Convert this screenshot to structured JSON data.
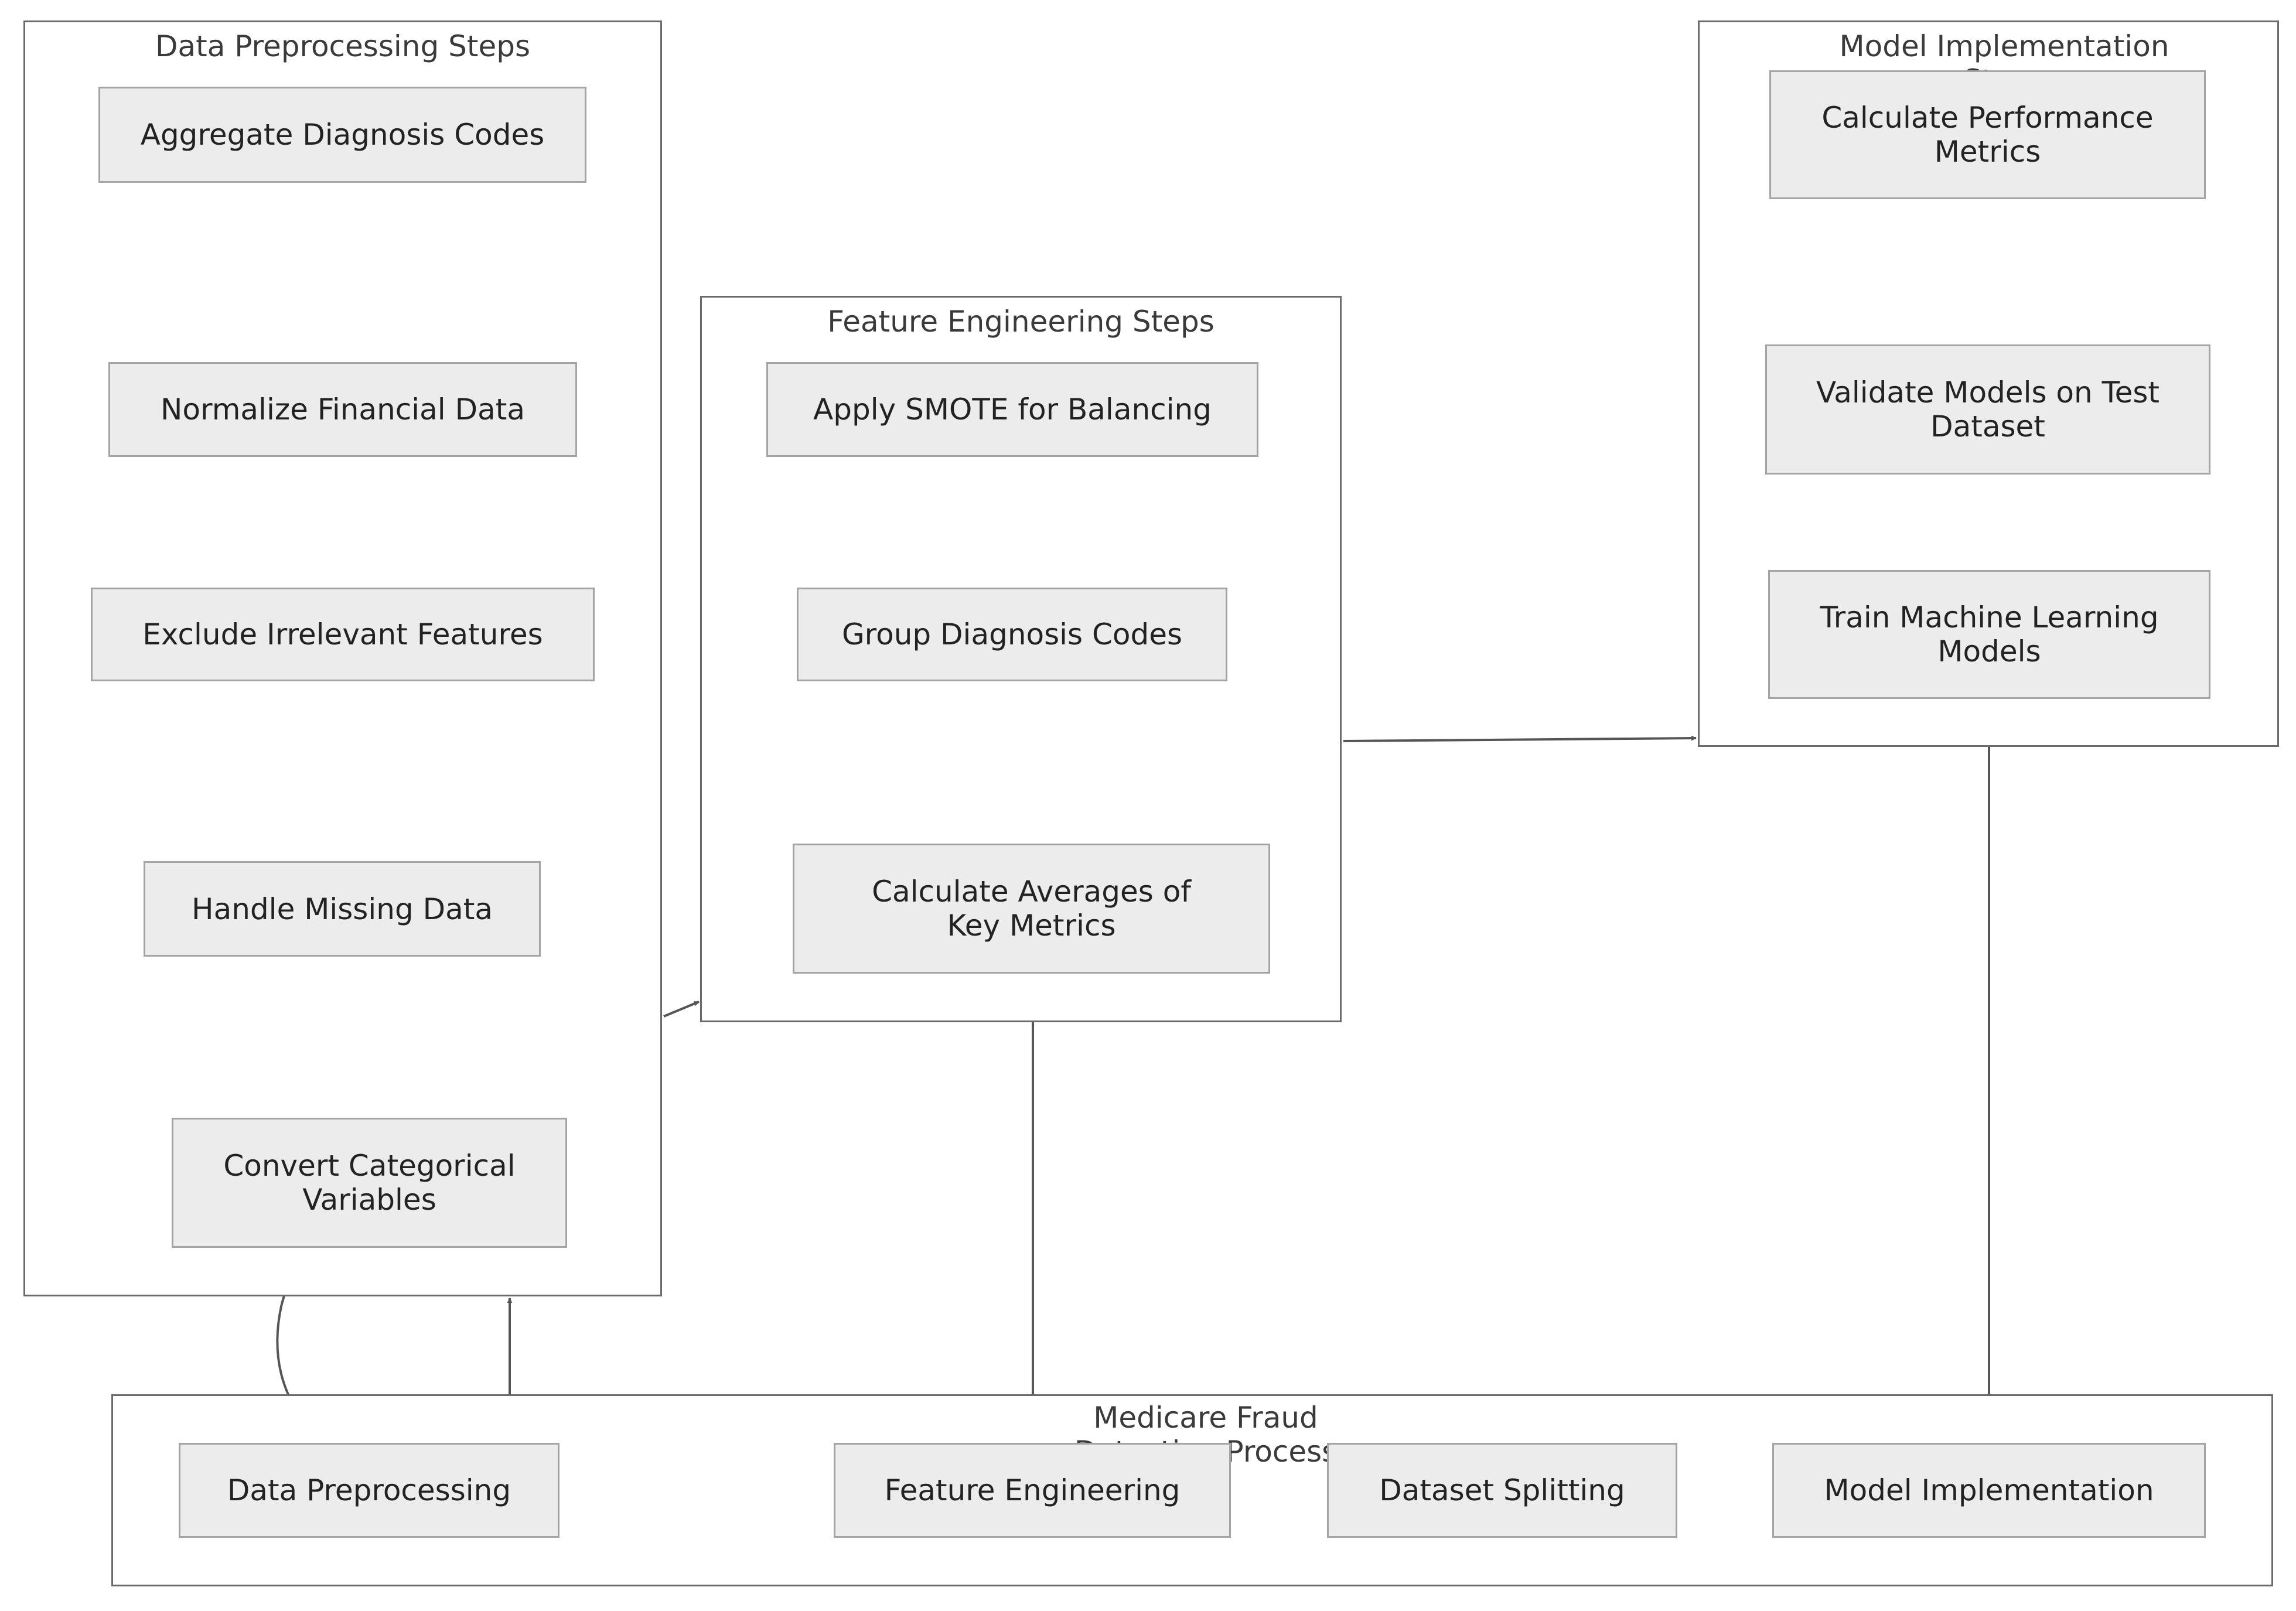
{
  "colors": {
    "cluster_border": "#6b6b6b",
    "node_fill": "#ececec",
    "node_border": "#a4a4a4",
    "edge": "#555555",
    "background": "#ffffff"
  },
  "clusters": {
    "data_preprocessing": {
      "title": "Data Preprocessing Steps"
    },
    "feature_engineering": {
      "title": "Feature Engineering Steps"
    },
    "model_implementation": {
      "title": "Model Implementation Steps"
    },
    "medicare": {
      "title": "Medicare Fraud Detection Process"
    }
  },
  "nodes": {
    "aggregate_diagnosis": "Aggregate Diagnosis Codes",
    "normalize_financial": "Normalize Financial Data",
    "exclude_irrelevant": "Exclude Irrelevant Features",
    "handle_missing": "Handle Missing Data",
    "convert_categorical": "Convert Categorical Variables",
    "apply_smote": "Apply SMOTE for Balancing",
    "group_diagnosis": "Group Diagnosis Codes",
    "calculate_averages": "Calculate Averages of Key Metrics",
    "calculate_performance": "Calculate Performance Metrics",
    "validate_models": "Validate Models on Test Dataset",
    "train_models": "Train Machine Learning Models",
    "data_preprocessing": "Data Preprocessing",
    "feature_engineering": "Feature Engineering",
    "dataset_splitting": "Dataset Splitting",
    "model_implementation": "Model Implementation"
  },
  "edges": [
    {
      "from": "convert_categorical",
      "to": "handle_missing"
    },
    {
      "from": "handle_missing",
      "to": "exclude_irrelevant"
    },
    {
      "from": "exclude_irrelevant",
      "to": "normalize_financial"
    },
    {
      "from": "normalize_financial",
      "to": "aggregate_diagnosis"
    },
    {
      "from": "calculate_averages",
      "to": "group_diagnosis"
    },
    {
      "from": "group_diagnosis",
      "to": "apply_smote"
    },
    {
      "from": "train_models",
      "to": "validate_models"
    },
    {
      "from": "validate_models",
      "to": "calculate_performance"
    },
    {
      "from": "data_preprocessing",
      "to": "convert_categorical"
    },
    {
      "from": "data_preprocessing",
      "to": "data_preprocessing_steps"
    },
    {
      "from": "feature_engineering",
      "to": "calculate_averages"
    },
    {
      "from": "model_implementation",
      "to": "train_models"
    },
    {
      "from": "data_preprocessing_steps",
      "to": "feature_engineering_steps"
    },
    {
      "from": "feature_engineering_steps",
      "to": "model_implementation_steps"
    }
  ]
}
